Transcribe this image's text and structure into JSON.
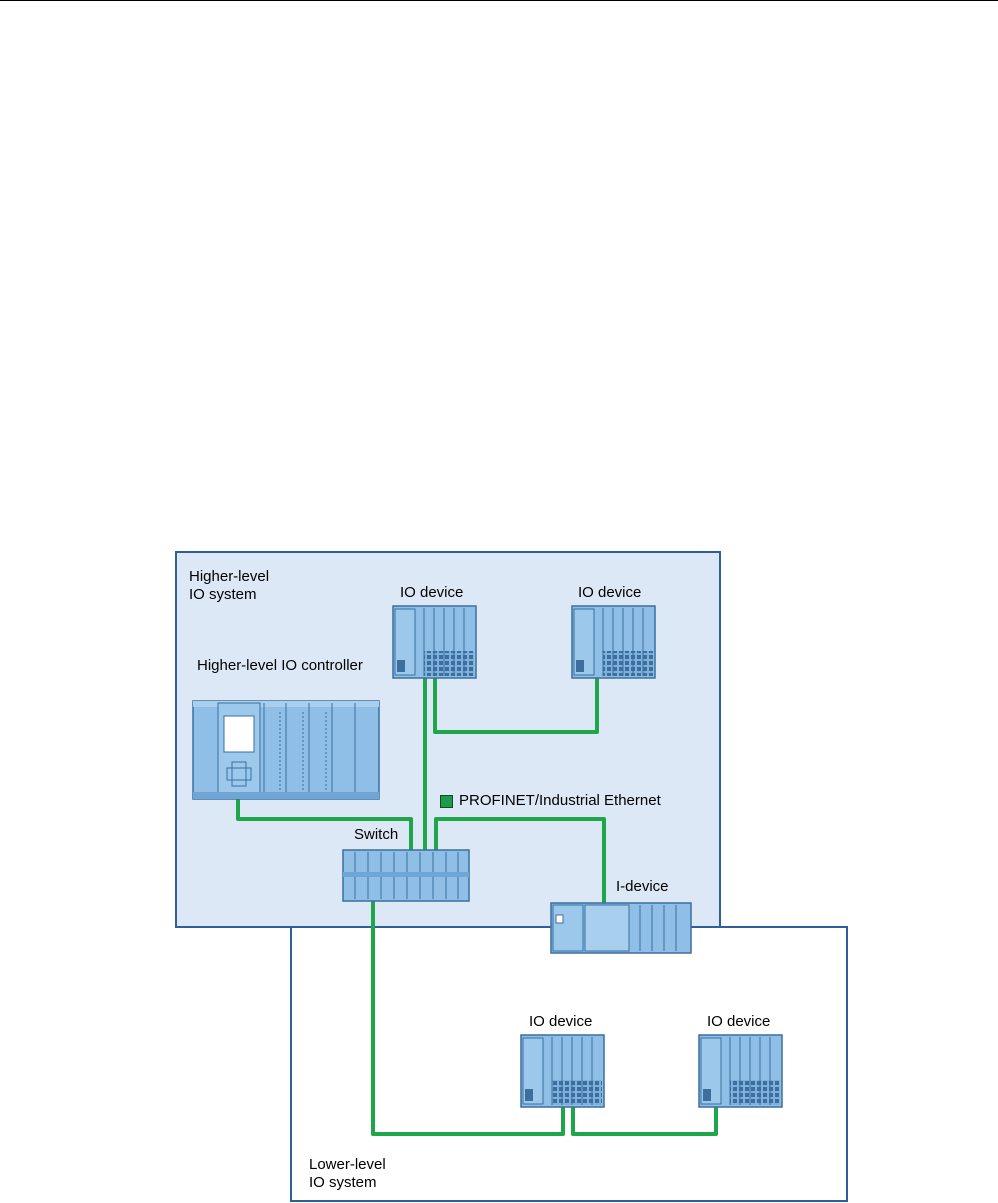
{
  "colors": {
    "network_link": "#1fa64a",
    "higher_level_fill": "#dde8f6",
    "frame_border": "#2f5f9a",
    "device_fill": "#8fbfe6",
    "device_dark": "#3a6f9e"
  },
  "regions": {
    "higher_level_system": "Higher-level\nIO system",
    "lower_level_system": "Lower-level\nIO system"
  },
  "devices": {
    "io_device_top_1": "IO device",
    "io_device_top_2": "IO device",
    "controller": "Higher-level IO controller",
    "switch": "Switch",
    "i_device": "I-device",
    "io_device_bottom_1": "IO device",
    "io_device_bottom_2": "IO device"
  },
  "legend": {
    "network": "PROFINET/Industrial Ethernet"
  }
}
